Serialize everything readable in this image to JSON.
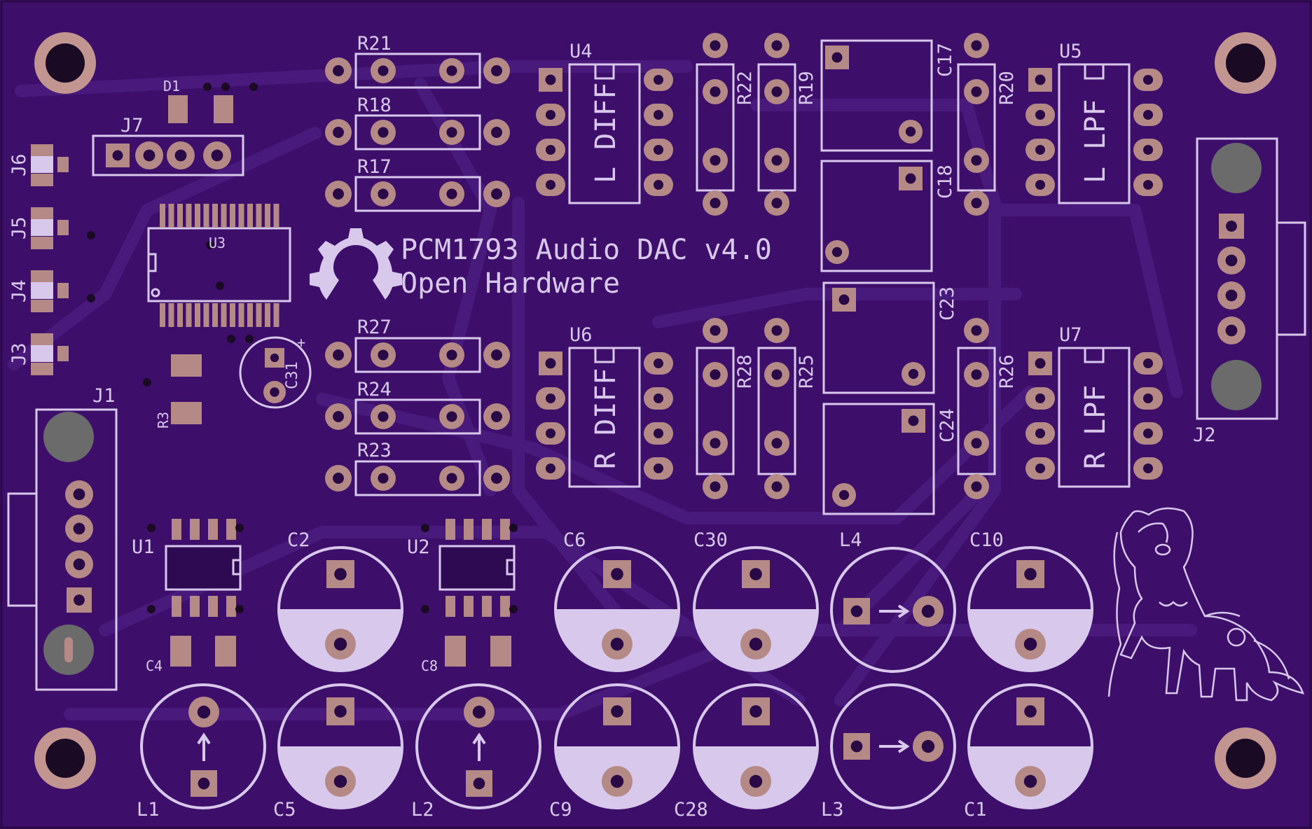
{
  "board": {
    "title": "PCM1793 Audio DAC v4.0",
    "subtitle": "Open Hardware"
  },
  "colors": {
    "board": "#3d0f6b",
    "trace": "#4a1c7e",
    "silk": "#d8c8ec",
    "pad": "#b58a86",
    "pad_dark": "#8a6862",
    "hole": "#2a0a46",
    "mount_ring": "#c39590",
    "mount_hole": "#1a0a24",
    "grey_pad": "#6b6b6b"
  },
  "labels": {
    "R21": "R21",
    "R18": "R18",
    "R17": "R17",
    "R27": "R27",
    "R24": "R24",
    "R23": "R23",
    "R22": "R22",
    "R19": "R19",
    "R20": "R20",
    "R28": "R28",
    "R25": "R25",
    "R26": "R26",
    "U1": "U1",
    "U2": "U2",
    "U3": "U3",
    "U4": "U4",
    "U5": "U5",
    "U6": "U6",
    "U7": "U7",
    "C1": "C1",
    "C2": "C2",
    "C4": "C4",
    "C5": "C5",
    "C6": "C6",
    "C8": "C8",
    "C9": "C9",
    "C10": "C10",
    "C17": "C17",
    "C18": "C18",
    "C23": "C23",
    "C24": "C24",
    "C28": "C28",
    "C30": "C30",
    "C31": "C31",
    "L1": "L1",
    "L2": "L2",
    "L3": "L3",
    "L4": "L4",
    "J1": "J1",
    "J2": "J2",
    "J3": "J3",
    "J4": "J4",
    "J5": "J5",
    "J6": "J6",
    "J7": "J7",
    "D1": "D1",
    "R3": "R3",
    "U4_text": "L DIFF",
    "U5_text": "L LPF",
    "U6_text": "R DIFF",
    "U7_text": "R LPF",
    "plus": "+"
  }
}
